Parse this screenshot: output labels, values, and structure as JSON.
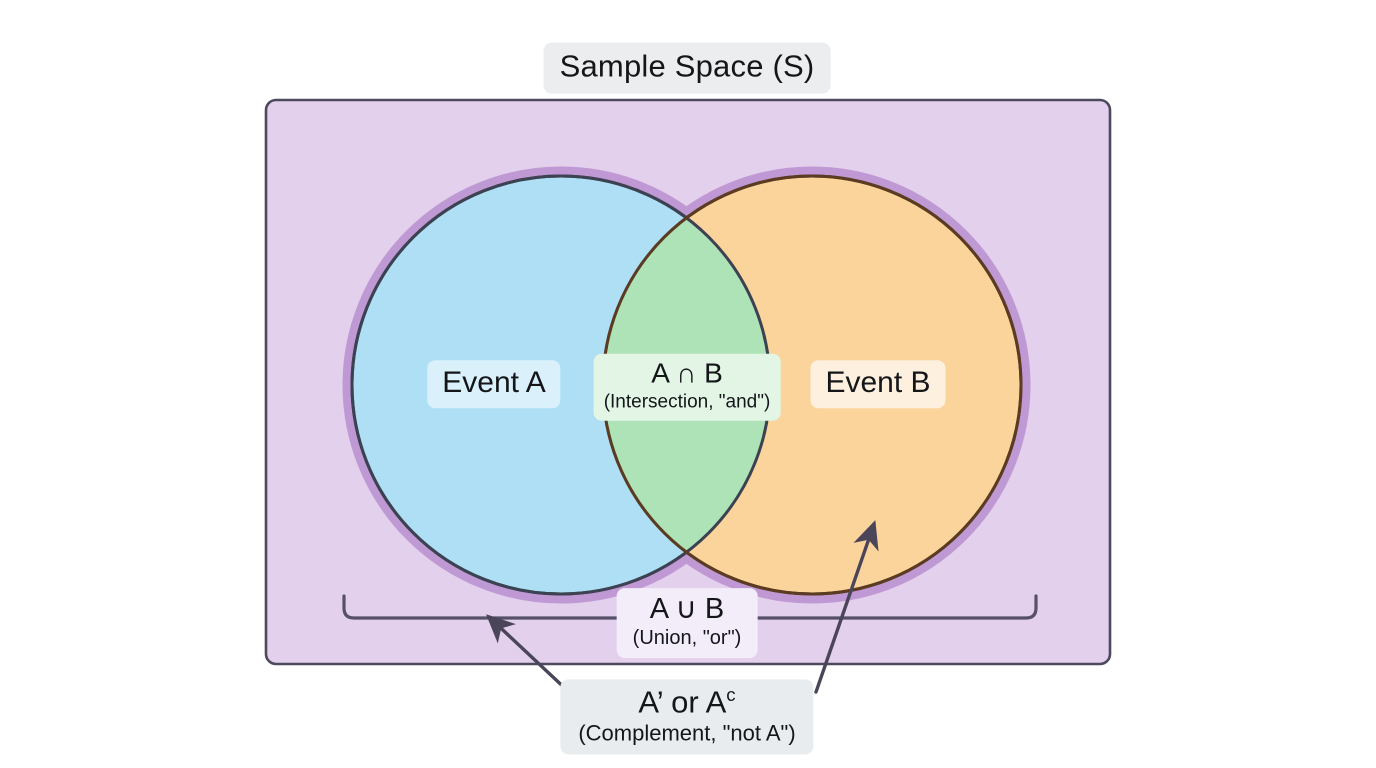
{
  "diagram": {
    "title": "Sample Space (S)",
    "type": "venn-two-set",
    "canvas_background": "#ffffff"
  },
  "sample_space": {
    "label": "Sample Space (S)",
    "label_chip_color": "#ebedee",
    "rect_fill": "#e3d0ec",
    "rect_stroke": "#4e4a5e"
  },
  "set_a": {
    "label": "Event A",
    "fill": "#aedff5",
    "stroke": "#3c4252",
    "halo": "#b98fd0",
    "label_chip_color": "#daf1fb"
  },
  "set_b": {
    "label": "Event B",
    "fill": "#fbd49b",
    "stroke": "#5b3b22",
    "halo": "#b98fd0",
    "label_chip_color": "#fdf0de"
  },
  "intersection": {
    "symbol": "A ∩ B",
    "caption": "(Intersection, \"and\")",
    "fill": "#aee3b8",
    "label_chip_color": "#e3f6e6"
  },
  "union": {
    "symbol": "A ∪ B",
    "caption": "(Union, \"or\")",
    "bracket_stroke": "#56506a",
    "label_chip_color": "#f3ecf9"
  },
  "complement": {
    "symbol_main": "A’ or A",
    "symbol_sup": "c",
    "caption": "(Complement, \"not A\")",
    "arrow_stroke": "#4a4559",
    "label_chip_color": "#e9ecee"
  }
}
